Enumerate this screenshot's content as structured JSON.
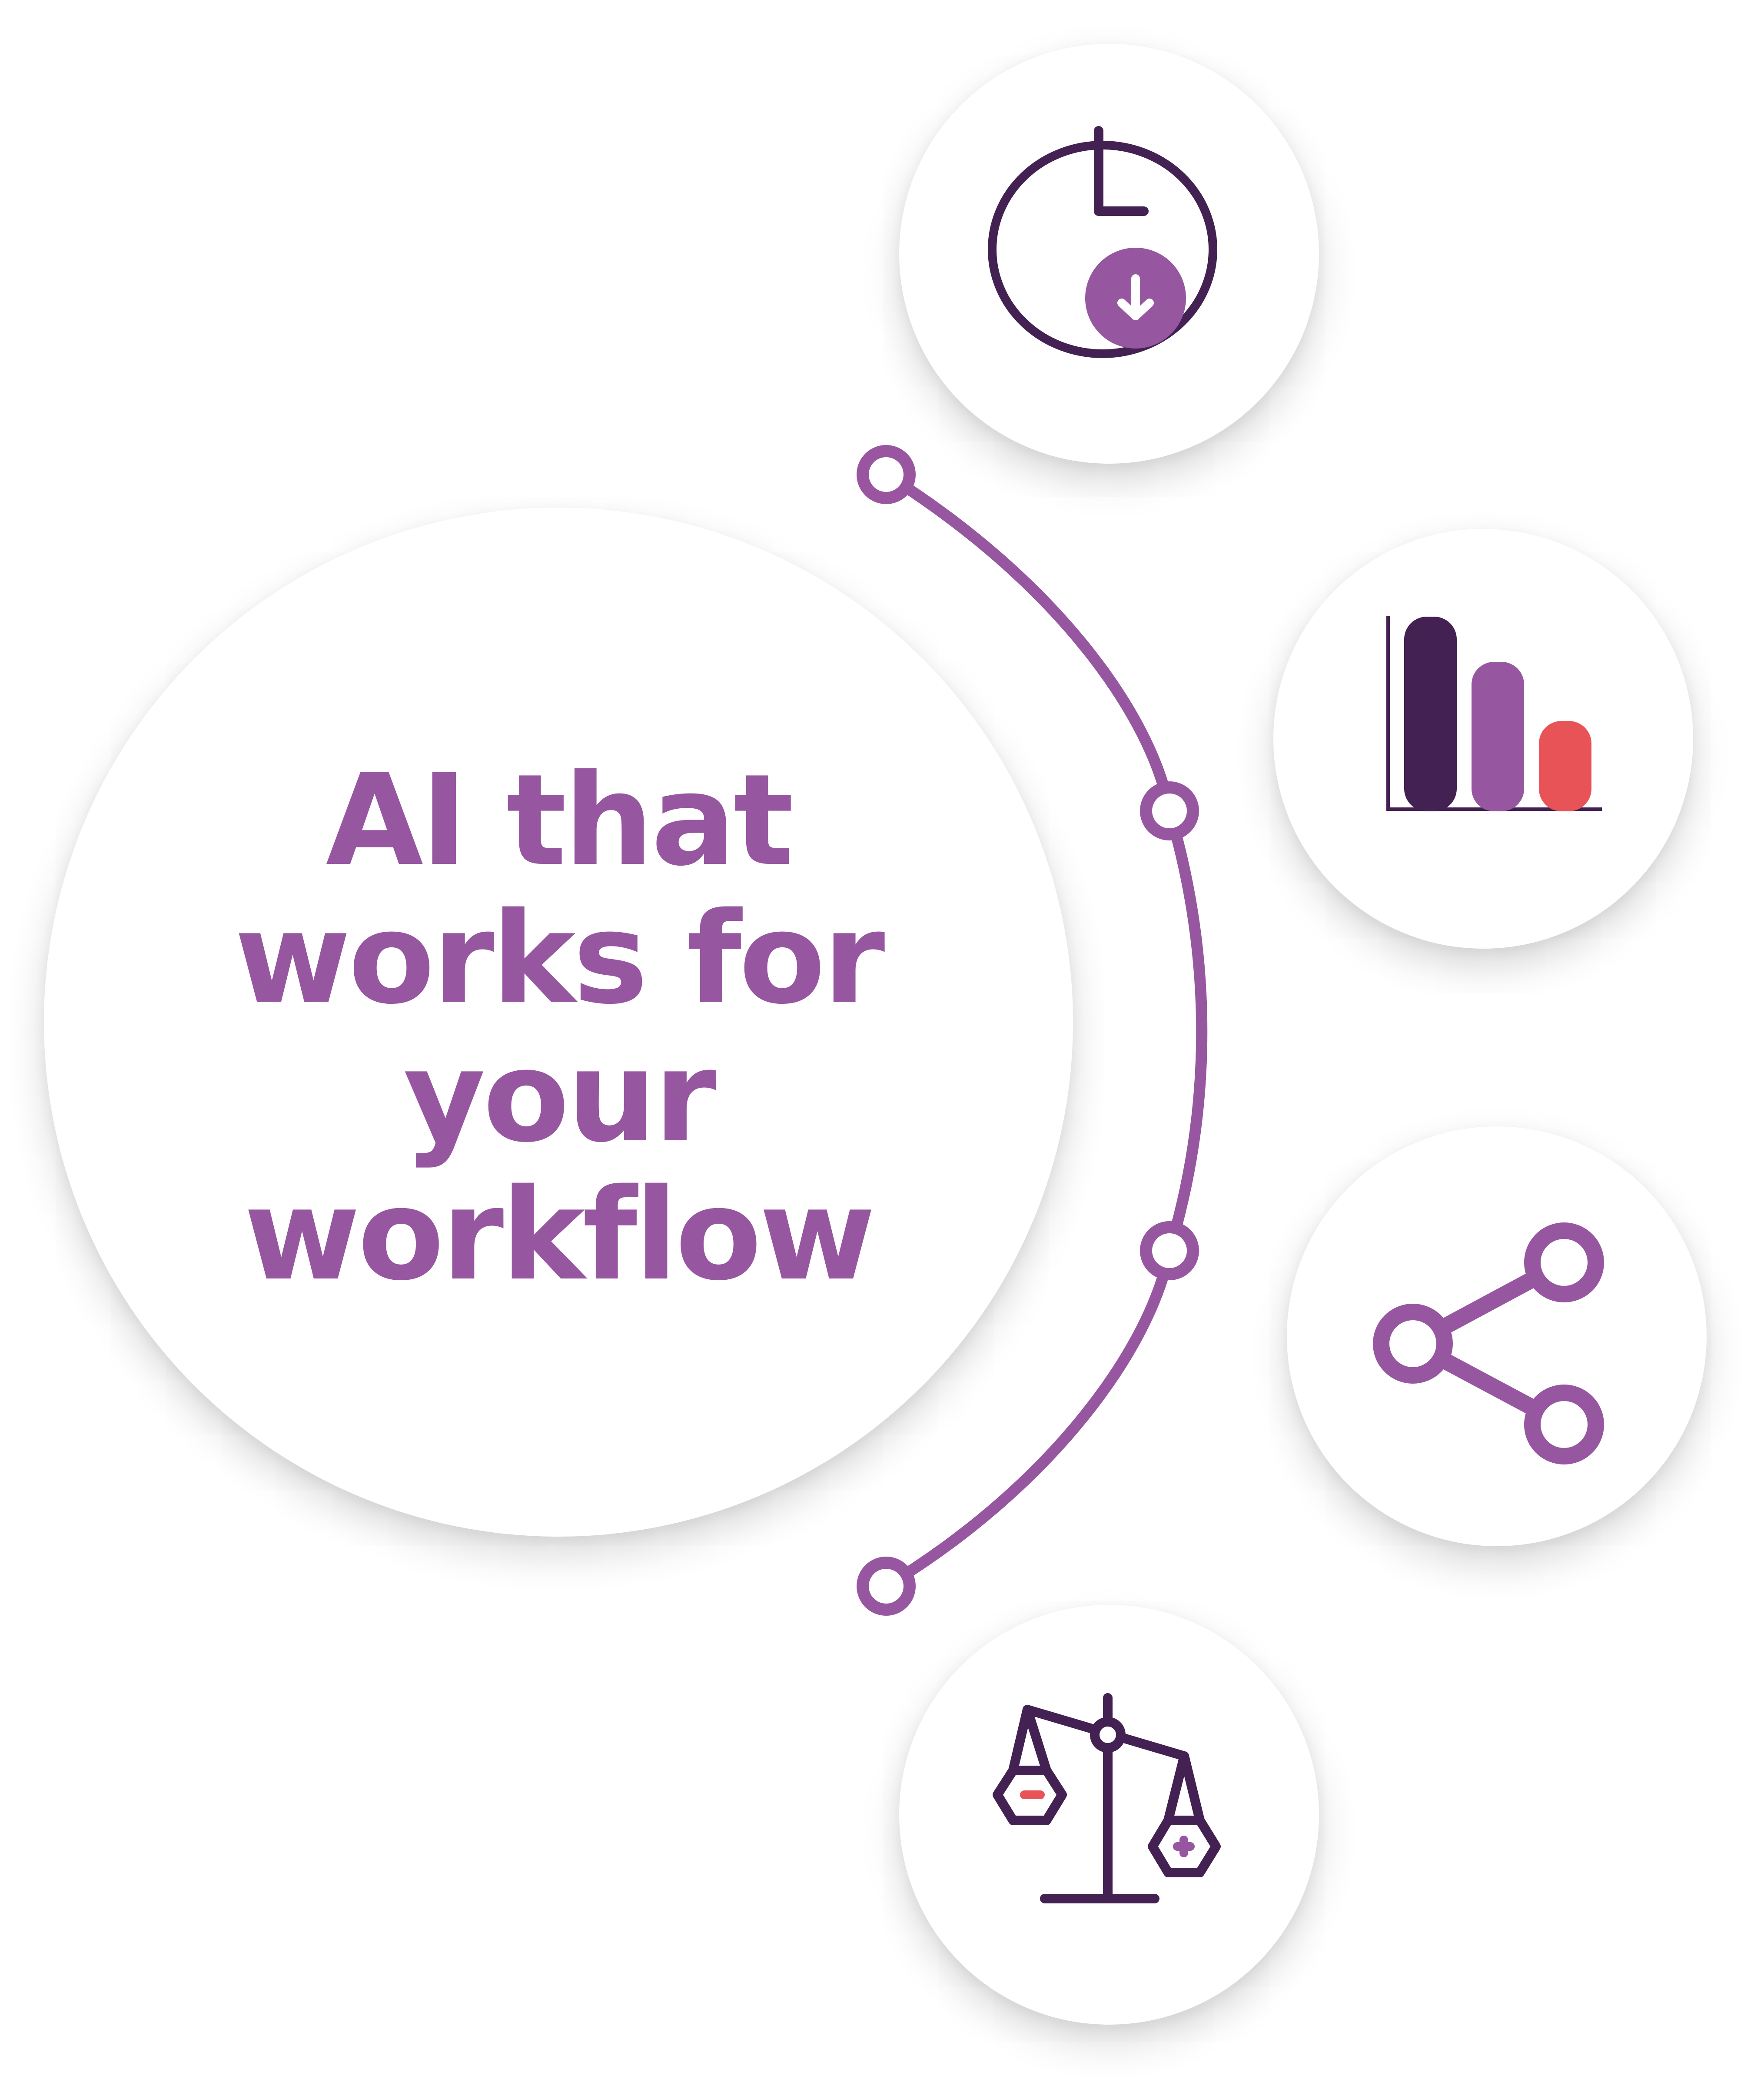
{
  "headline": {
    "lines": [
      "AI that",
      "works for",
      "your",
      "workflow"
    ]
  },
  "colors": {
    "purple_accent": "#9657a0",
    "dark_purple": "#432152",
    "coral": "#e85357",
    "circle_fill": "#ffffff",
    "background": "#ffffff"
  },
  "features": [
    {
      "icon": "clock-download-icon"
    },
    {
      "icon": "bar-chart-icon"
    },
    {
      "icon": "share-icon"
    },
    {
      "icon": "balance-scale-icon"
    }
  ],
  "connector": {
    "nodes": 4
  }
}
